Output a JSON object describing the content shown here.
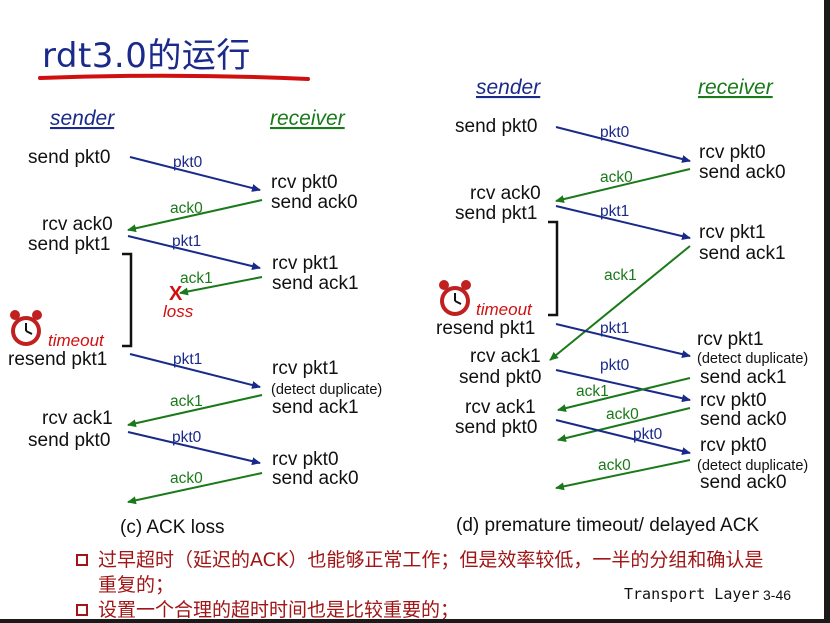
{
  "title": "rdt3.0的运行",
  "left": {
    "sender": "sender",
    "receiver": "receiver",
    "send_pkt0": "send pkt0",
    "pkt0_a": "pkt0",
    "rcv_pkt0": "rcv pkt0",
    "send_ack0": "send ack0",
    "ack0_a": "ack0",
    "rcv_ack0": "rcv ack0",
    "send_pkt1": "send pkt1",
    "pkt1_a": "pkt1",
    "rcv_pkt1": "rcv pkt1",
    "send_ack1": "send ack1",
    "ack1_a": "ack1",
    "loss_mark": "X",
    "loss": "loss",
    "timeout": "timeout",
    "resend_pkt1": "resend pkt1",
    "pkt1_b": "pkt1",
    "rcv_pkt1_b": "rcv pkt1",
    "detect": "(detect duplicate)",
    "send_ack1_b": "send ack1",
    "ack1_b": "ack1",
    "rcv_ack1": "rcv ack1",
    "send_pkt0_b": "send pkt0",
    "pkt0_b": "pkt0",
    "rcv_pkt0_b": "rcv pkt0",
    "send_ack0_b": "send ack0",
    "ack0_b": "ack0",
    "caption": "(c) ACK loss"
  },
  "right": {
    "sender": "sender",
    "receiver": "receiver",
    "send_pkt0": "send pkt0",
    "pkt0_a": "pkt0",
    "rcv_pkt0": "rcv pkt0",
    "send_ack0": "send ack0",
    "ack0_a": "ack0",
    "rcv_ack0": "rcv ack0",
    "send_pkt1": "send pkt1",
    "pkt1_a": "pkt1",
    "rcv_pkt1": "rcv pkt1",
    "send_ack1": "send ack1",
    "ack1_a": "ack1",
    "timeout": "timeout",
    "resend_pkt1": "resend pkt1",
    "pkt1_b": "pkt1",
    "rcv_pkt1_b": "rcv pkt1",
    "detect1": "(detect duplicate)",
    "rcv_ack1": "rcv ack1",
    "send_pkt0_b": "send pkt0",
    "pkt0_b": "pkt0",
    "send_ack1_b": "send ack1",
    "ack1_b": "ack1",
    "rcv_pkt0_b": "rcv pkt0",
    "send_ack0_b": "send ack0",
    "rcv_ack1_b": "rcv ack1",
    "send_pkt0_c": "send pkt0",
    "ack0_b": "ack0",
    "pkt0_c": "pkt0",
    "rcv_pkt0_c": "rcv pkt0",
    "detect2": "(detect duplicate)",
    "send_ack0_c": "send ack0",
    "ack0_c": "ack0",
    "caption": "(d) premature timeout/ delayed ACK"
  },
  "bullets": [
    "过早超时（延迟的ACK）也能够正常工作；但是效率较低，一半的分组和确认是重复的；",
    "设置一个合理的超时时间也是比较重要的；"
  ],
  "footer": "Transport Layer",
  "page_number": "3-46",
  "colors": {
    "title": "#1a2a8a",
    "packet": "#1a2a8a",
    "ack": "#1a7a1a",
    "alert": "#d01010",
    "bullet": "#a01515"
  }
}
